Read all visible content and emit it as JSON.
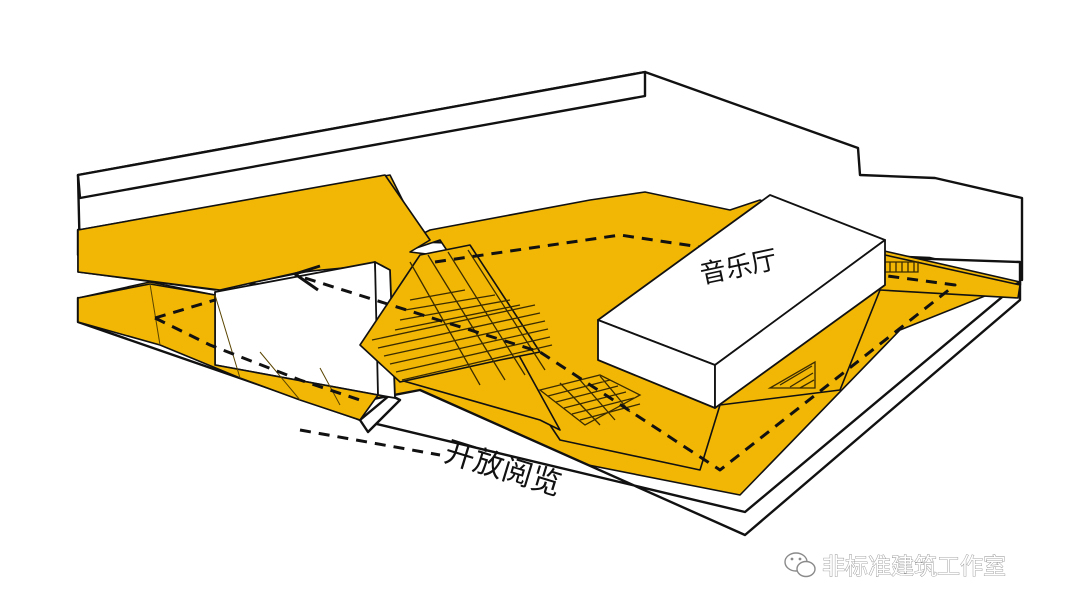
{
  "labels": {
    "concert_hall": "音乐厅",
    "open_reading": "开放阅览"
  },
  "watermark": {
    "text": "非标准建筑工作室",
    "icon": "wechat-icon"
  },
  "colors": {
    "floor_fill": "#f2b705",
    "slab_fill": "#ffffff",
    "line": "#111111"
  }
}
